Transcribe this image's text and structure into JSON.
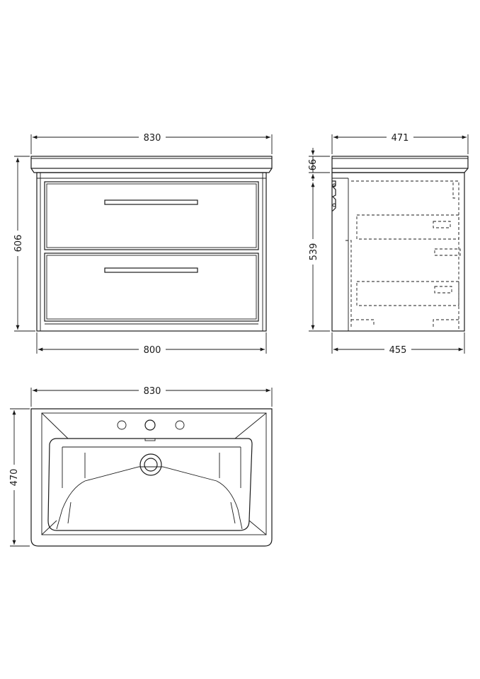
{
  "front_view": {
    "width_top_label": "830",
    "height_label": "606",
    "width_bottom_label": "800"
  },
  "side_view": {
    "depth_top_label": "471",
    "basin_height_label": "66",
    "cabinet_height_label": "539",
    "depth_bottom_label": "455"
  },
  "plan_view": {
    "width_label": "830",
    "depth_label": "470"
  }
}
